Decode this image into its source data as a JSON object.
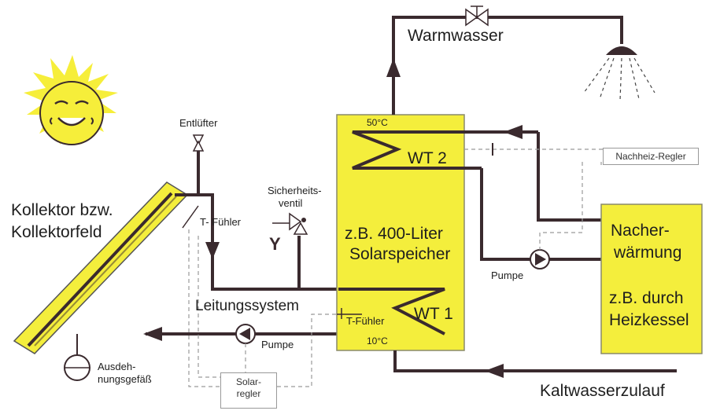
{
  "labels": {
    "warmwasser": "Warmwasser",
    "entlufter": "Entlüfter",
    "sicherheitsventil_l1": "Sicherheits-",
    "sicherheitsventil_l2": "ventil",
    "kollektor_l1": "Kollektor bzw.",
    "kollektor_l2": "Kollektorfeld",
    "t_fuehler_top": "T- Fühler",
    "leitungssystem": "Leitungssystem",
    "t_fuehler_bottom": "T-Fühler",
    "pumpe_left": "Pumpe",
    "pumpe_right": "Pumpe",
    "ausdehnung_l1": "Ausdeh-",
    "ausdehnung_l2": "nungsgefäß",
    "solarregler_l1": "Solar-",
    "solarregler_l2": "regler",
    "nachheiz_regler": "Nachheiz-Regler",
    "kaltwasser": "Kaltwasserzulauf",
    "temp_top": "50°C",
    "temp_bottom": "10°C",
    "wt2": "WT 2",
    "wt1": "WT 1",
    "speicher_l1": "z.B. 400-Liter",
    "speicher_l2": "Solarspeicher",
    "nach_l1": "Nacher-",
    "nach_l2": "wärmung",
    "nach_l3": "z.B. durch",
    "nach_l4": "Heizkessel"
  },
  "colors": {
    "pipe": "#3a2a2e",
    "tank_fill": "#f4ee3c",
    "tank_border": "#8a8a6a",
    "sun": "#f6ee3a",
    "dashed": "#9a9a9a",
    "collector": "#f4ee3c"
  }
}
